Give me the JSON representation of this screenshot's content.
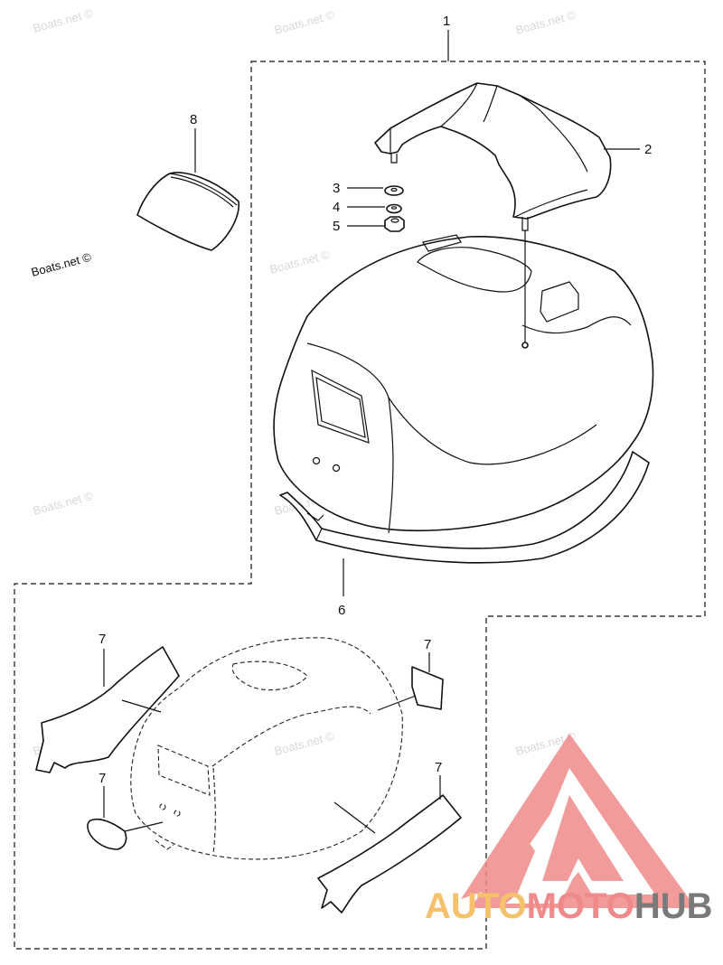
{
  "callouts": {
    "c1": "1",
    "c2": "2",
    "c3": "3",
    "c4": "4",
    "c5": "5",
    "c6": "6",
    "c7a": "7",
    "c7b": "7",
    "c7c": "7",
    "c7d": "7",
    "c8": "8"
  },
  "copyright": "Boats.net ©",
  "watermark": "Boats.net ©",
  "logo": {
    "part1": "AUTO",
    "part2": "MOTO",
    "part3": "HUB",
    "colors": {
      "auto": "#f5c26b",
      "moto": "#f08a8a",
      "hub": "#7a7a7a",
      "triangle": "#f08a8a"
    }
  }
}
